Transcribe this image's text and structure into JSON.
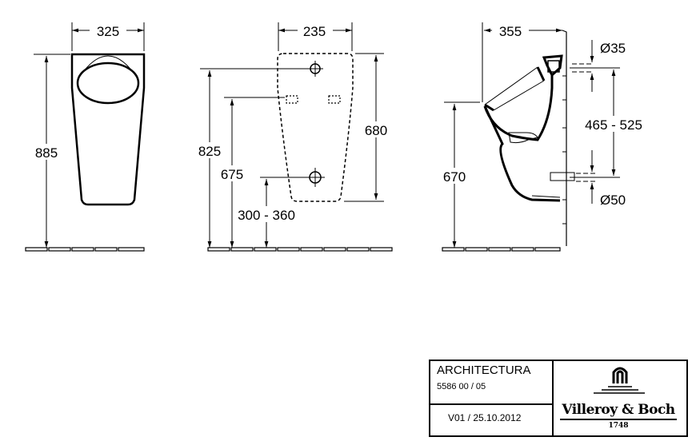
{
  "front_view": {
    "width": "325",
    "height": "885"
  },
  "back_view": {
    "width": "235",
    "height_total": "825",
    "height_inlet": "675",
    "height_outlet": "680",
    "outlet_range": "300 - 360"
  },
  "side_view": {
    "depth": "355",
    "rim_height": "670",
    "inlet_outlet_spacing": "465 - 525",
    "inlet_diameter": "Ø35",
    "outlet_diameter": "Ø50"
  },
  "title_block": {
    "product": "ARCHITECTURA",
    "article_number": "5586 00 / 05",
    "version": "V01 / 25.10.2012",
    "brand": "Villeroy & Boch",
    "brand_year": "1748"
  }
}
